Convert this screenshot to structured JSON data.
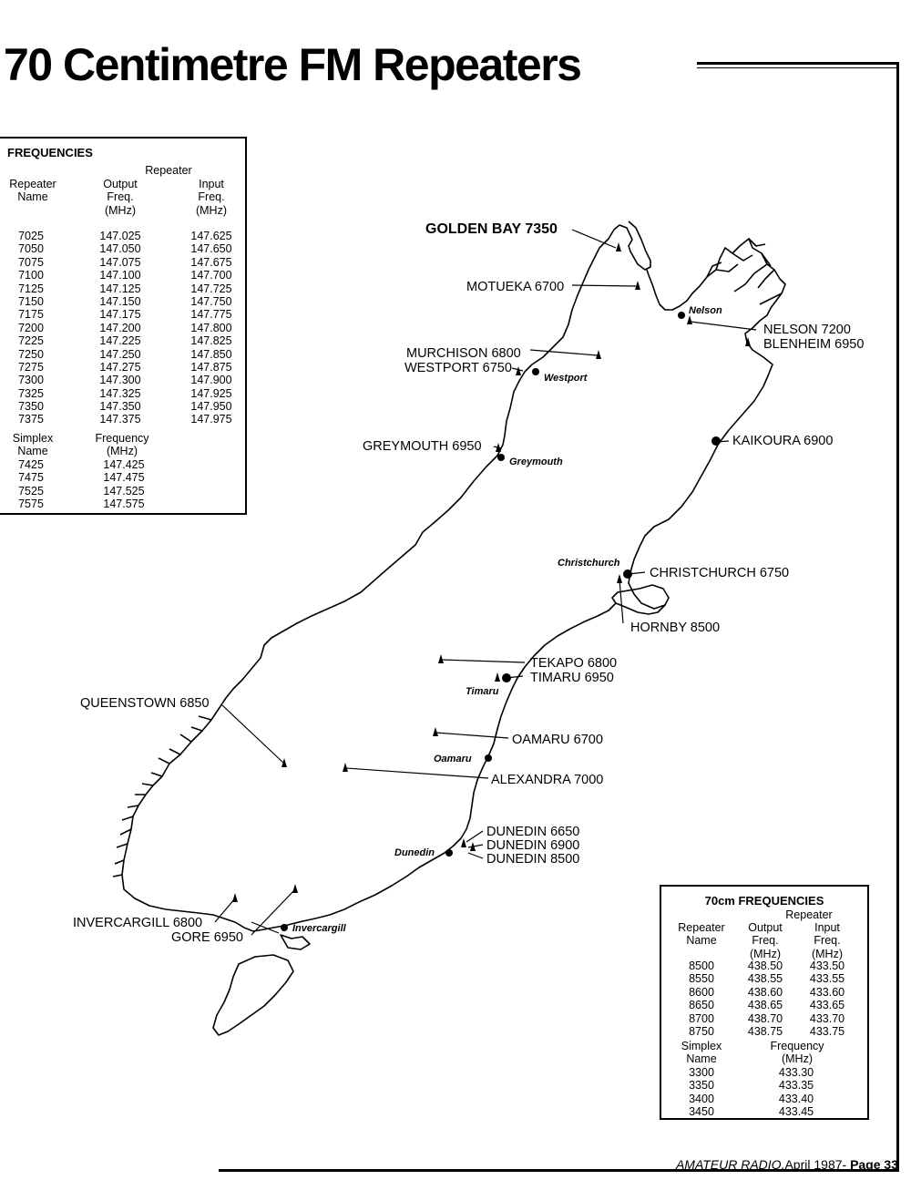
{
  "title": "70 Centimetre FM Repeaters",
  "frequencies_2m": {
    "heading": "FREQUENCIES",
    "group_header": "Repeater",
    "col_name": [
      "Repeater",
      "Name"
    ],
    "col_output": [
      "Output",
      "Freq.",
      "(MHz)"
    ],
    "col_input": [
      "Input",
      "Freq.",
      "(MHz)"
    ],
    "repeaters": [
      [
        "7025",
        "147.025",
        "147.625"
      ],
      [
        "7050",
        "147.050",
        "147.650"
      ],
      [
        "7075",
        "147.075",
        "147.675"
      ],
      [
        "7100",
        "147.100",
        "147.700"
      ],
      [
        "7125",
        "147.125",
        "147.725"
      ],
      [
        "7150",
        "147.150",
        "147.750"
      ],
      [
        "7175",
        "147.175",
        "147.775"
      ],
      [
        "7200",
        "147.200",
        "147.800"
      ],
      [
        "7225",
        "147.225",
        "147.825"
      ],
      [
        "7250",
        "147.250",
        "147.850"
      ],
      [
        "7275",
        "147.275",
        "147.875"
      ],
      [
        "7300",
        "147.300",
        "147.900"
      ],
      [
        "7325",
        "147.325",
        "147.925"
      ],
      [
        "7350",
        "147.350",
        "147.950"
      ],
      [
        "7375",
        "147.375",
        "147.975"
      ]
    ],
    "simplex_name_header": [
      "Simplex",
      "Name"
    ],
    "simplex_freq_header": [
      "Frequency",
      "(MHz)"
    ],
    "simplex": [
      [
        "7425",
        "147.425"
      ],
      [
        "7475",
        "147.475"
      ],
      [
        "7525",
        "147.525"
      ],
      [
        "7575",
        "147.575"
      ]
    ]
  },
  "frequencies_70cm": {
    "heading": "70cm FREQUENCIES",
    "group_header": "Repeater",
    "col_name": [
      "Repeater",
      "Name"
    ],
    "col_output": [
      "Output",
      "Freq.",
      "(MHz)"
    ],
    "col_input": [
      "Input",
      "Freq.",
      "(MHz)"
    ],
    "repeaters": [
      [
        "8500",
        "438.50",
        "433.50"
      ],
      [
        "8550",
        "438.55",
        "433.55"
      ],
      [
        "8600",
        "438.60",
        "433.60"
      ],
      [
        "8650",
        "438.65",
        "433.65"
      ],
      [
        "8700",
        "438.70",
        "433.70"
      ],
      [
        "8750",
        "438.75",
        "433.75"
      ]
    ],
    "simplex_name_header": [
      "Simplex",
      "Name"
    ],
    "simplex_freq_header": [
      "Frequency",
      "(MHz)"
    ],
    "simplex": [
      [
        "3300",
        "433.30"
      ],
      [
        "3350",
        "433.35"
      ],
      [
        "3400",
        "433.40"
      ],
      [
        "3450",
        "433.45"
      ]
    ]
  },
  "map": {
    "repeater_labels": [
      "GOLDEN BAY 7350",
      "MOTUEKA 6700",
      "NELSON 7200",
      "BLENHEIM 6950",
      "MURCHISON 6800",
      "WESTPORT 6750",
      "GREYMOUTH 6950",
      "KAIKOURA 6900",
      "CHRISTCHURCH 6750",
      "HORNBY 8500",
      "TEKAPO 6800",
      "TIMARU 6950",
      "QUEENSTOWN 6850",
      "OAMARU 6700",
      "ALEXANDRA 7000",
      "DUNEDIN 6650",
      "DUNEDIN 6900",
      "DUNEDIN 8500",
      "INVERCARGILL 6800",
      "GORE 6950"
    ],
    "town_labels": [
      "Nelson",
      "Westport",
      "Greymouth",
      "Christchurch",
      "Timaru",
      "Oamaru",
      "Dunedin",
      "Invercargill"
    ]
  },
  "footer": {
    "magazine": "AMATEUR RADIO,",
    "date": "April 1987-",
    "page": "Page 33"
  }
}
